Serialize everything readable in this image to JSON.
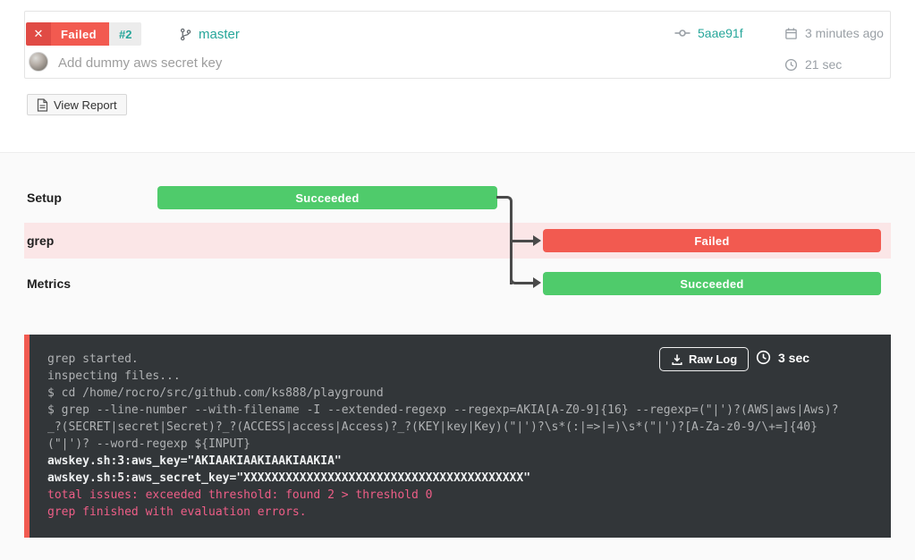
{
  "header": {
    "status_label": "Failed",
    "build_number": "#2",
    "branch_name": "master",
    "commit_message": "Add dummy aws secret key",
    "commit_hash": "5aae91f",
    "time_ago": "3 minutes ago",
    "duration": "21 sec"
  },
  "toolbar": {
    "view_report_label": "View Report"
  },
  "pipeline": {
    "stages": [
      {
        "label": "Setup",
        "status": "Succeeded"
      },
      {
        "label": "grep",
        "status": "Failed"
      },
      {
        "label": "Metrics",
        "status": "Succeeded"
      }
    ]
  },
  "console": {
    "raw_log_label": "Raw Log",
    "duration": "3 sec",
    "lines": [
      {
        "text": "grep started.",
        "style": "normal"
      },
      {
        "text": "inspecting files...",
        "style": "normal"
      },
      {
        "text": "$ cd /home/rocro/src/github.com/ks888/playground",
        "style": "normal"
      },
      {
        "text": "$ grep --line-number --with-filename -I --extended-regexp --regexp=AKIA[A-Z0-9]{16} --regexp=(\"|')?(AWS|aws|Aws)?",
        "style": "normal"
      },
      {
        "text": "_?(SECRET|secret|Secret)?_?(ACCESS|access|Access)?_?(KEY|key|Key)(\"|')?\\s*(:|=>|=)\\s*(\"|')?[A-Za-z0-9/\\+=]{40}",
        "style": "normal"
      },
      {
        "text": "(\"|')? --word-regexp ${INPUT}",
        "style": "normal"
      },
      {
        "text": "awskey.sh:3:aws_key=\"AKIAAKIAAKIAAKIAAKIA\"",
        "style": "bold"
      },
      {
        "text": "awskey.sh:5:aws_secret_key=\"XXXXXXXXXXXXXXXXXXXXXXXXXXXXXXXXXXXXXXXX\"",
        "style": "bold"
      },
      {
        "text": "total issues: exceeded threshold: found 2 > threshold 0",
        "style": "error"
      },
      {
        "text": "grep finished with evaluation errors.",
        "style": "error"
      }
    ]
  },
  "icons": {
    "status_x": "✕"
  },
  "colors": {
    "status_red": "#f25a50",
    "status_green": "#4fcb6b",
    "accent_teal": "#26a69a",
    "grep_row_highlight": "#fbe6e7",
    "console_background": "#323639",
    "console_error_text": "#ee5e87",
    "connector_gray": "#4a4a4a"
  }
}
